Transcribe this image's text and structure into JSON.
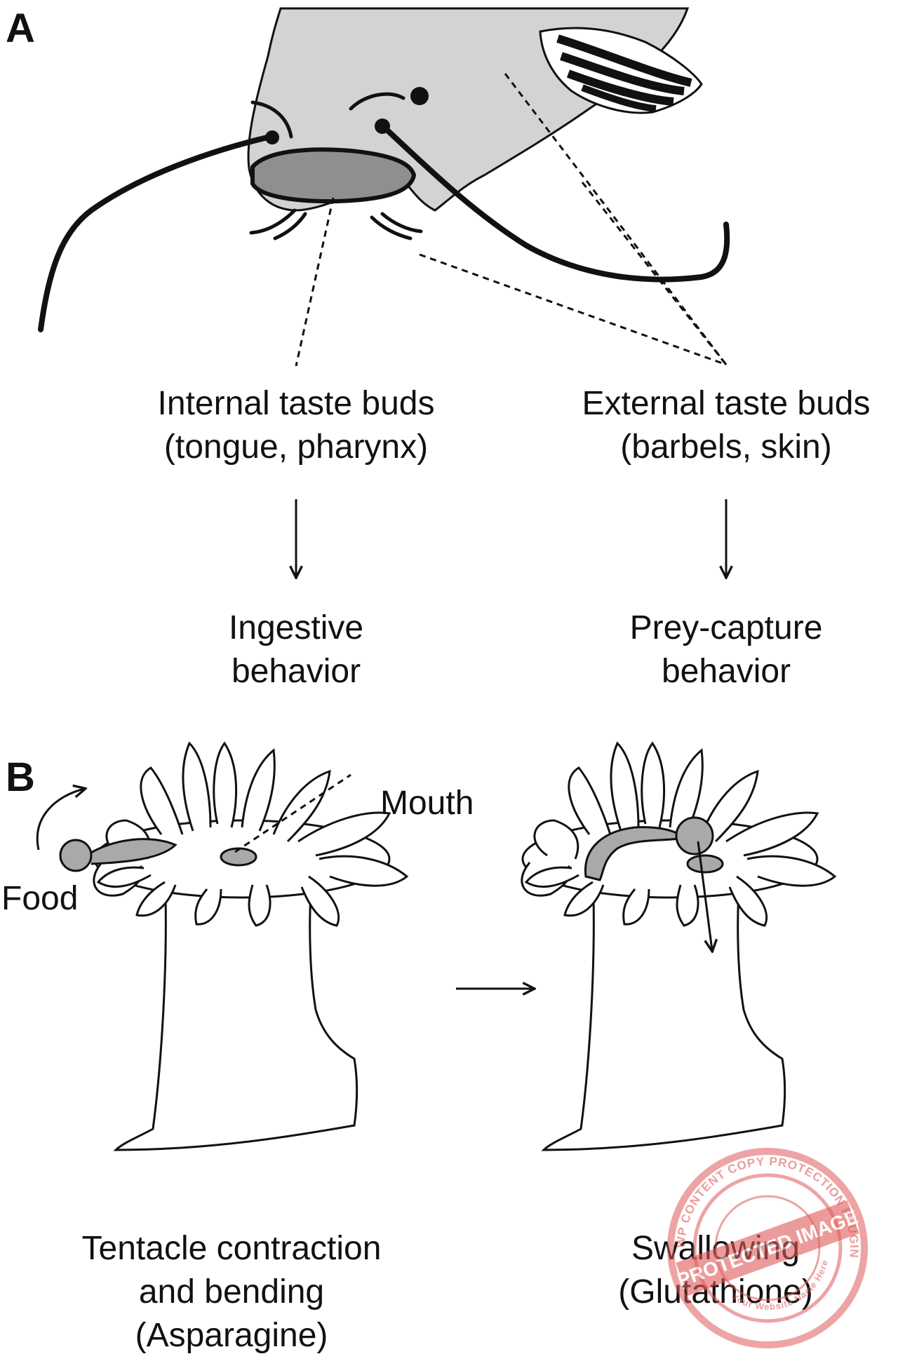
{
  "panel_a": {
    "letter": "A",
    "internal": {
      "line1": "Internal taste buds",
      "line2": "(tongue, pharynx)"
    },
    "external": {
      "line1": "External taste buds",
      "line2": "(barbels, skin)"
    },
    "ingestive": {
      "line1": "Ingestive",
      "line2": "behavior"
    },
    "prey": {
      "line1": "Prey-capture",
      "line2": "behavior"
    }
  },
  "panel_b": {
    "letter": "B",
    "mouth": "Mouth",
    "food": "Food",
    "left_caption": {
      "line1": "Tentacle contraction",
      "line2": "and bending",
      "line3": "(Asparagine)"
    },
    "right_caption": {
      "line1": "Swallowing",
      "line2": "(Glutathione)"
    }
  },
  "watermark": {
    "outer_ring": "WP CONTENT COPY PROTECTION PLUGIN",
    "banner": "PROTECTED IMAGE",
    "inner_ring": "Your Website Name Here"
  },
  "colors": {
    "stroke": "#111111",
    "fish_fill": "#d3d3d3",
    "lip_fill": "#8f8f8f",
    "food_fill": "#a9a9a9",
    "watermark": "#e05a5a"
  }
}
